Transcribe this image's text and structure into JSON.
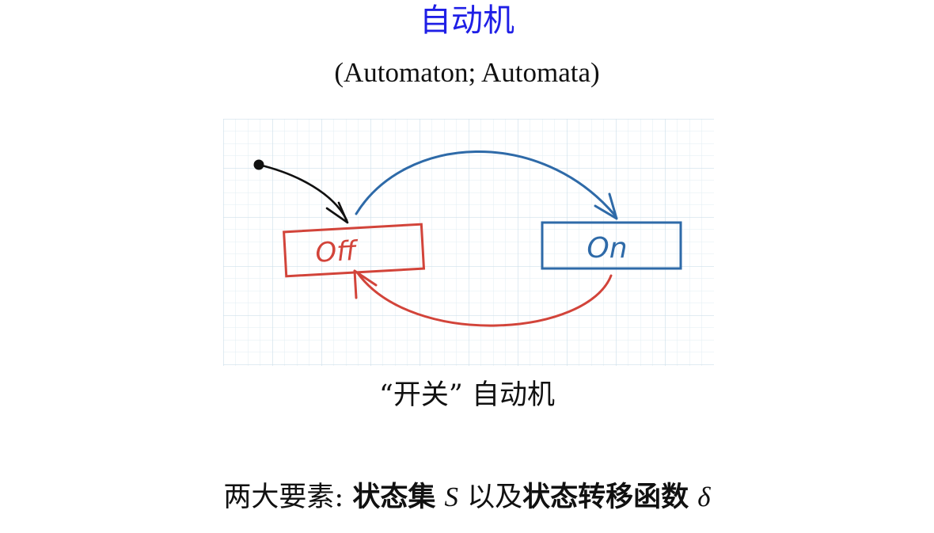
{
  "title": "自动机",
  "subtitle": "(Automaton; Automata)",
  "diagram": {
    "states": [
      {
        "label": "Off",
        "color": "#d2443a"
      },
      {
        "label": "On",
        "color": "#2e6aa8"
      }
    ],
    "transition_colors": {
      "start": "#111111",
      "off_to_on": "#2e6aa8",
      "on_to_off": "#d2443a"
    },
    "grid_color": "#d8e6ee"
  },
  "caption": "“开关” 自动机",
  "elements_line": {
    "prefix": "两大要素: ",
    "term1": "状态集",
    "symbol1": "S",
    "middle": "以及",
    "term2": "状态转移函数",
    "symbol2": "δ"
  }
}
